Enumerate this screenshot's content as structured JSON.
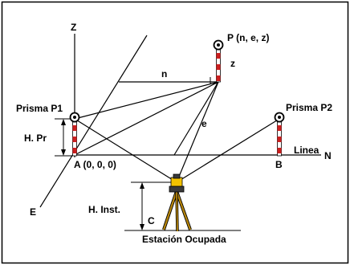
{
  "labels": {
    "z_axis": "Z",
    "e_axis": "E",
    "n_axis": "N",
    "line": "Linea",
    "point_p": "P (n, e, z)",
    "z_component": "z",
    "n_component": "n",
    "e_component": "e",
    "prism_p1": "Prisma P1",
    "prism_p2": "Prisma P2",
    "prism_height": "H. Pr",
    "origin": "A (0, 0, 0)",
    "point_b": "B",
    "instrument_height": "H. Inst.",
    "point_c": "C",
    "station": "Estación Ocupada"
  },
  "colors": {
    "line": "#000000",
    "rod_red": "#cc1f1f",
    "rod_white": "#ffffff",
    "tripod_leg": "#b8860b",
    "instrument_body": "#f2c200",
    "instrument_head": "#3a3a3a"
  }
}
